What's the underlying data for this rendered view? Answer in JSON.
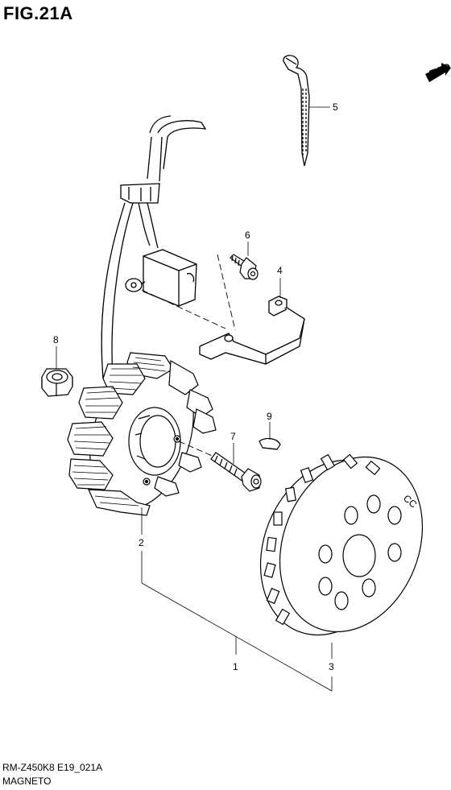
{
  "figure": {
    "title": "FIG.21A",
    "code": "RM-Z450K8 E19_021A",
    "name": "MAGNETO",
    "fwd_label": "FWD"
  },
  "callouts": {
    "c1": "1",
    "c2": "2",
    "c3": "3",
    "c4": "4",
    "c5": "5",
    "c6": "6",
    "c7": "7",
    "c8": "8",
    "c9": "9"
  }
}
